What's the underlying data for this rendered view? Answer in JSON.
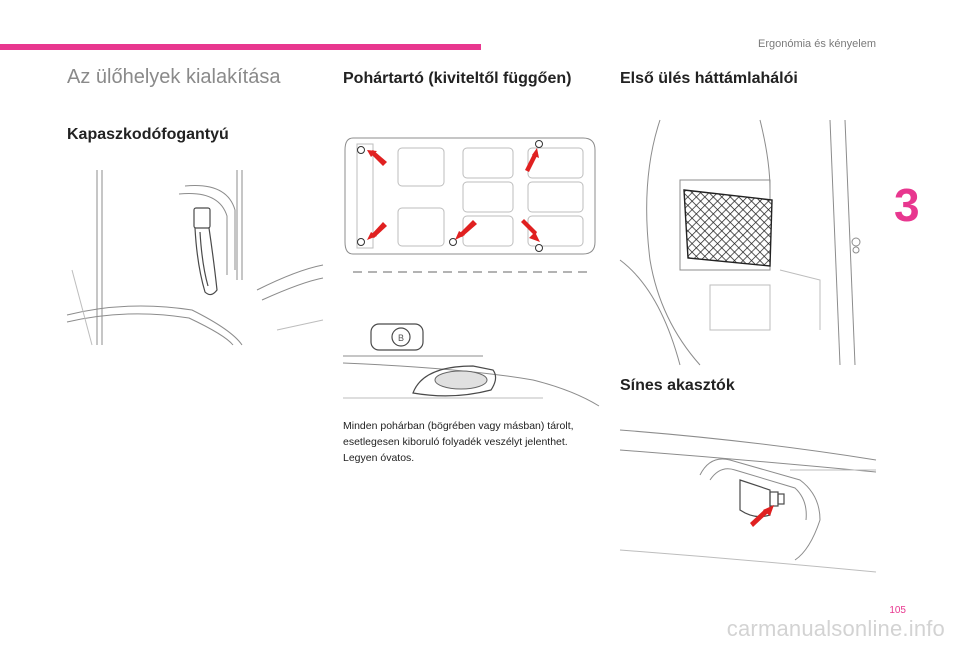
{
  "header": {
    "chapter_title": "Ergonómia és kényelem",
    "chapter_number": "3"
  },
  "section": {
    "title": "Az ülőhelyek kialakítása"
  },
  "col1": {
    "heading": "Kapaszkodófogantyú"
  },
  "col2": {
    "heading": "Pohártartó (kiviteltől függően)",
    "body": "Minden pohárban (bögrében vagy másban) tárolt, esetlegesen kiboruló folyadék veszélyt jelenthet. Legyen óvatos."
  },
  "col3": {
    "heading_net": "Első ülés háttámlahálói",
    "heading_hooks": "Sínes akasztók"
  },
  "footer": {
    "page_number": "105",
    "watermark": "carmanualsonline.info"
  },
  "colors": {
    "accent": "#e8378f",
    "arrow": "#e02020"
  },
  "icons": [
    "grab-handle-icon",
    "cup-holder-icon",
    "seat-net-icon",
    "rail-hook-icon",
    "arrow-icon"
  ]
}
